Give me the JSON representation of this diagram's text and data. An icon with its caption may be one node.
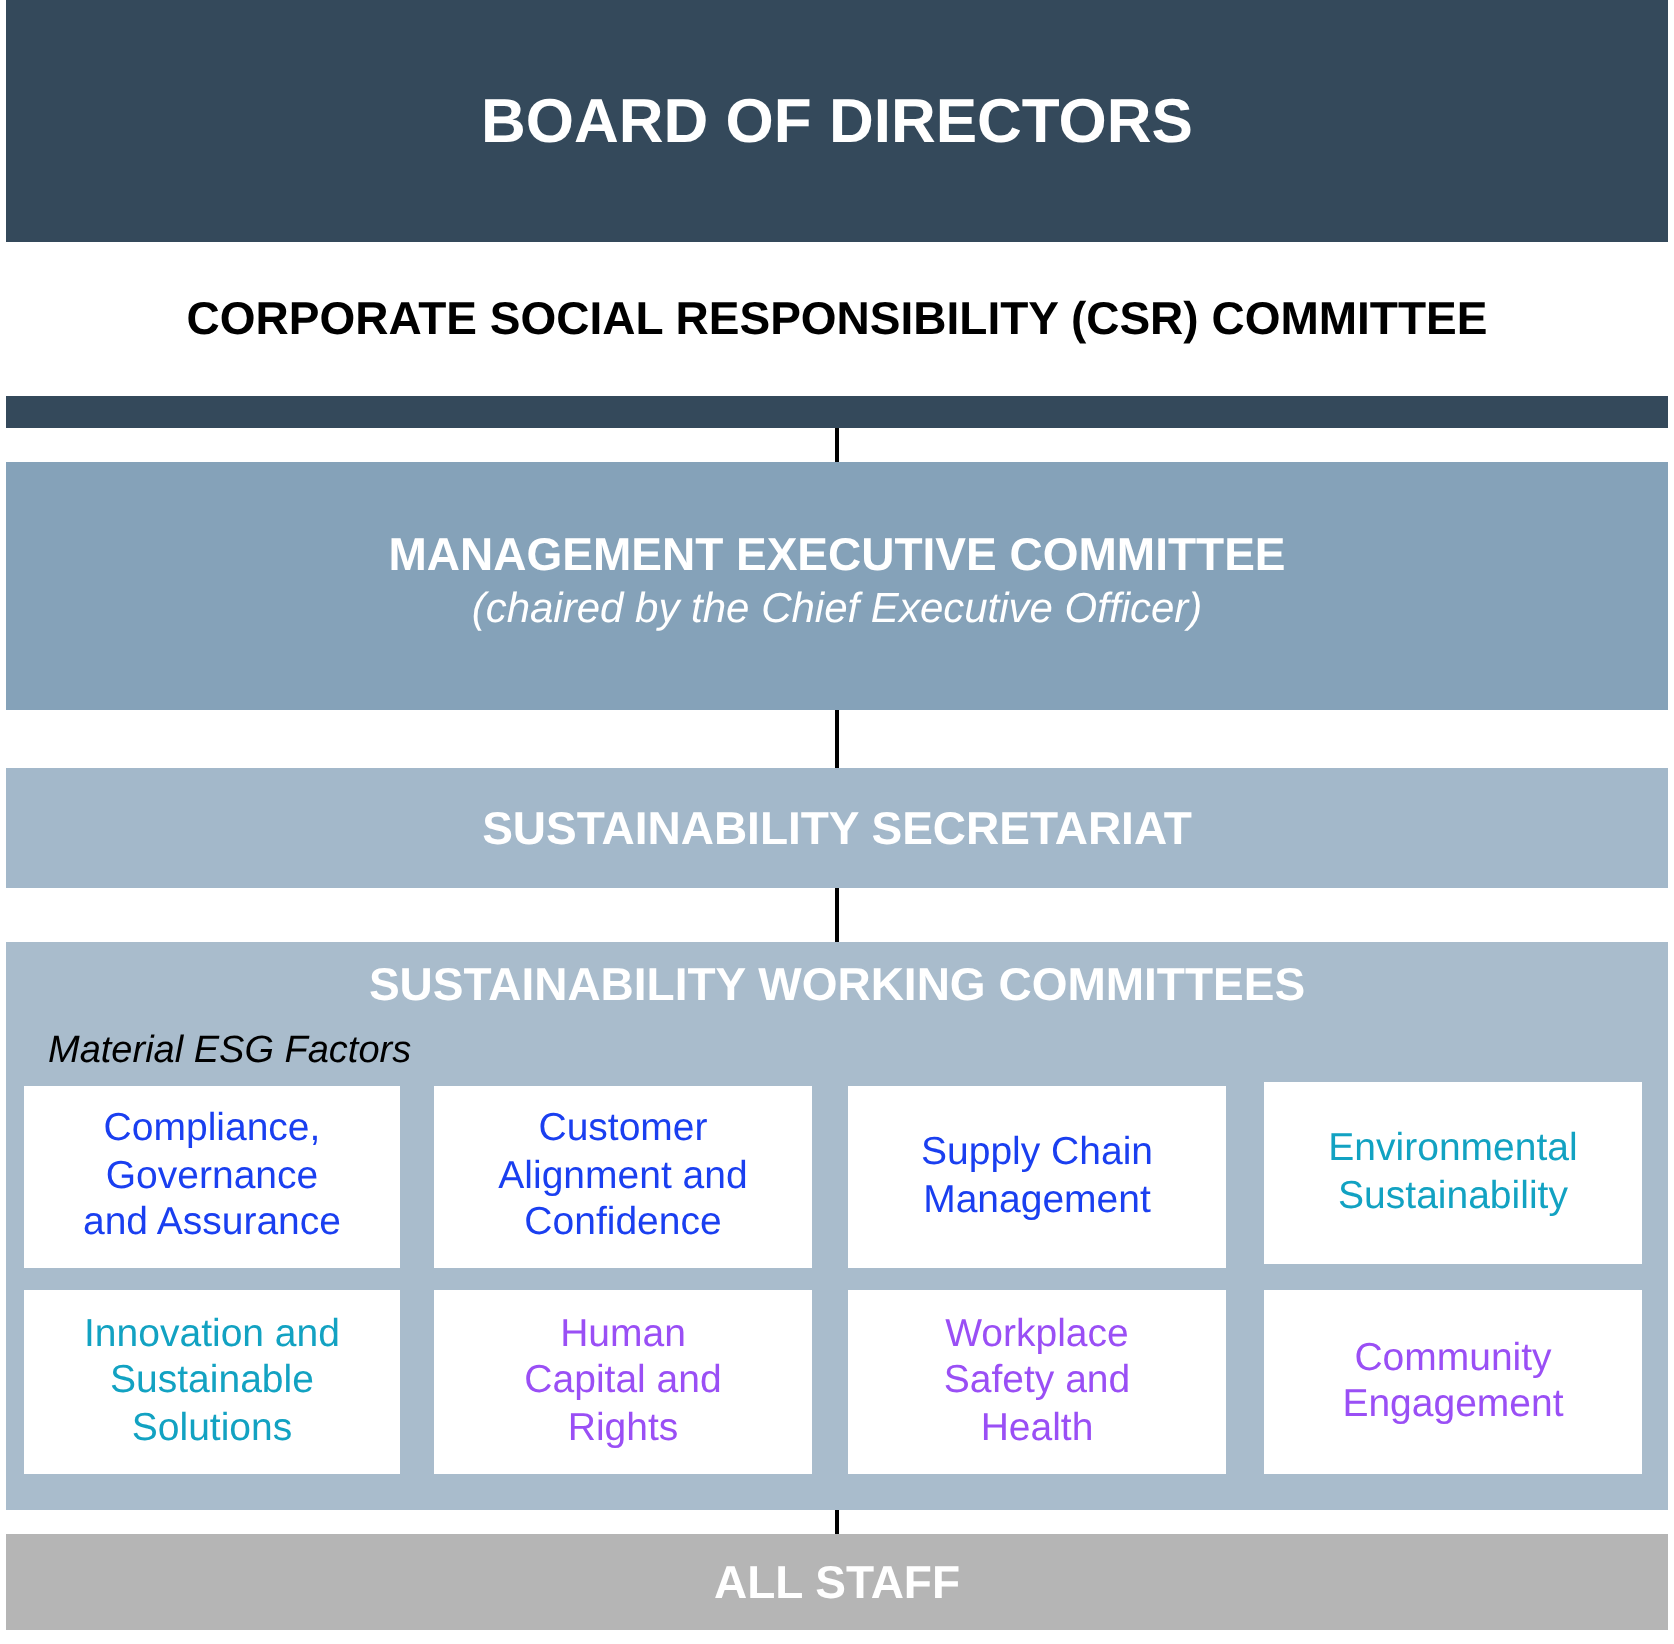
{
  "diagram": {
    "nodes": [
      {
        "text": [
          "BOARD OF DIRECTORS"
        ]
      },
      {
        "text": [
          "CORPORATE SOCIAL RESPONSIBILITY (CSR) COMMITTEE"
        ],
        "in": 0
      },
      {
        "text": [
          "MANAGEMENT EXECUTIVE COMMITTEE",
          "(chaired by the Chief Executive Officer)"
        ]
      },
      {
        "text": [
          "SUSTAINABILITY SECRETARIAT"
        ]
      },
      {
        "text": [
          "SUSTAINABILITY WORKING COMMITTEES",
          "Material ESG Factors"
        ]
      },
      {
        "text": [
          "Compliance, Governance and Assurance"
        ],
        "in": 4
      },
      {
        "text": [
          "Customer Alignment and Confidence"
        ],
        "in": 4
      },
      {
        "text": [
          "Supply Chain Management"
        ],
        "in": 4
      },
      {
        "text": [
          "Environmental Sustainability"
        ],
        "in": 4
      },
      {
        "text": [
          "Innovation and Sustainable Solutions"
        ],
        "in": 4
      },
      {
        "text": [
          "Human Capital and Rights"
        ],
        "in": 4
      },
      {
        "text": [
          "Workplace Safety and Health"
        ],
        "in": 4
      },
      {
        "text": [
          "Community Engagement"
        ],
        "in": 4
      },
      {
        "text": [
          "ALL STAFF"
        ]
      }
    ],
    "edges": [
      {
        "from": 0,
        "to": 2,
        "arrow": "none"
      },
      {
        "from": 2,
        "to": 3,
        "arrow": "none"
      },
      {
        "from": 3,
        "to": 4,
        "arrow": "none"
      },
      {
        "from": 4,
        "to": 13,
        "arrow": "none"
      }
    ]
  }
}
